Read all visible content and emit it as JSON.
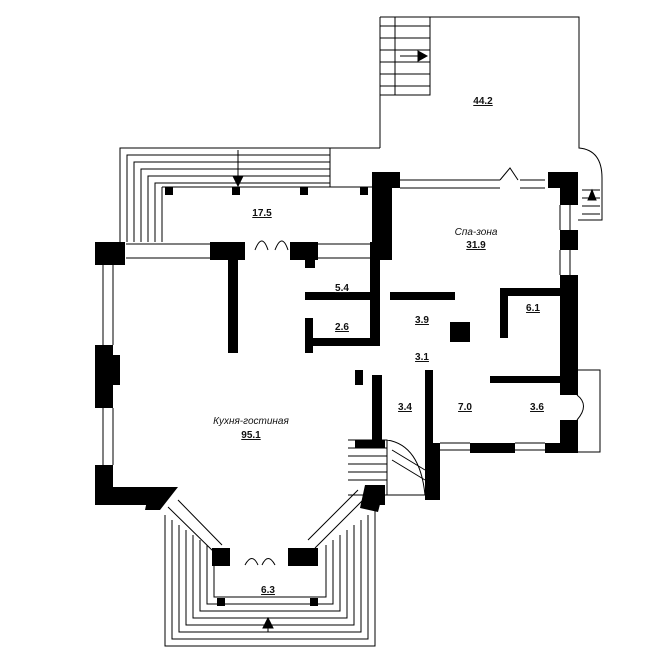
{
  "rooms": [
    {
      "id": "terrace-top",
      "area": "44.2"
    },
    {
      "id": "veranda",
      "area": "17.5"
    },
    {
      "id": "spa",
      "name": "Спа-зона",
      "area": "31.9"
    },
    {
      "id": "storage-a",
      "area": "5.4"
    },
    {
      "id": "storage-b",
      "area": "2.6"
    },
    {
      "id": "bath",
      "area": "3.9"
    },
    {
      "id": "room-6",
      "area": "6.1"
    },
    {
      "id": "hall",
      "area": "3.1"
    },
    {
      "id": "stair-room",
      "area": "3.4"
    },
    {
      "id": "room-7",
      "area": "7.0"
    },
    {
      "id": "room-36",
      "area": "3.6"
    },
    {
      "id": "kitchen",
      "name": "Кухня-гостиная",
      "area": "95.1"
    },
    {
      "id": "porch",
      "area": "6.3"
    }
  ],
  "colors": {
    "wall": "#000000",
    "line": "#000000",
    "background": "#ffffff"
  },
  "icons": [
    "arrow-right-icon",
    "arrow-down-icon",
    "arrow-up-icon",
    "door-swing-icon"
  ]
}
